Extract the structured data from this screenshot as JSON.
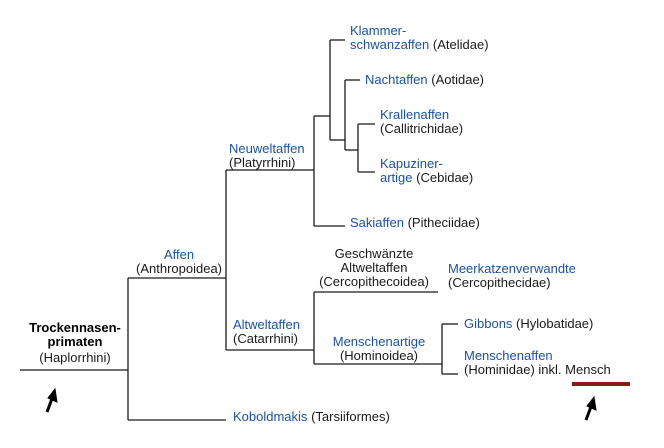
{
  "root": {
    "name_line1": "Trockennasen-",
    "name_line2": "primaten",
    "latin": "(Haplorrhini)"
  },
  "anthropoidea": {
    "name": "Affen",
    "latin": "(Anthropoidea)"
  },
  "tarsiiformes": {
    "name": "Koboldmakis",
    "latin": "(Tarsiiformes)"
  },
  "platyrrhini": {
    "name": "Neuweltaffen",
    "latin": "(Platyrrhini)"
  },
  "catarrhini": {
    "name": "Altweltaffen",
    "latin": "(Catarrhini)"
  },
  "atelidae": {
    "name_line1": "Klammer-",
    "name_line2": "schwanzaffen",
    "latin": "(Atelidae)"
  },
  "aotidae": {
    "name": "Nachtaffen",
    "latin": "(Aotidae)"
  },
  "callitrichidae": {
    "name": "Krallenaffen",
    "latin": "(Callitrichidae)"
  },
  "cebidae": {
    "name_line1": "Kapuziner-",
    "name_line2": "artige",
    "latin": "(Cebidae)"
  },
  "pitheciidae": {
    "name": "Sakiaffen",
    "latin": "(Pitheciidae)"
  },
  "cercopithecoidea": {
    "name_line1": "Geschwänzte",
    "name_line2": "Altweltaffen",
    "latin": "(Cercopithecoidea)"
  },
  "cercopithecidae": {
    "name": "Meerkatzenverwandte",
    "latin": "(Cercopithecidae)"
  },
  "hominoidea": {
    "name": "Menschenartige",
    "latin": "(Hominoidea)"
  },
  "hylobatidae": {
    "name": "Gibbons",
    "latin": "(Hylobatidae)"
  },
  "hominidae": {
    "name": "Menschenaffen",
    "latin": "(Hominidae) inkl.",
    "human": "Mensch"
  },
  "colors": {
    "line": "#1a1a1a",
    "taxon_blue": "#1a52a8",
    "highlight": "#8b1a1a"
  },
  "icons": [
    "up-arrow-icon",
    "up-arrow-icon"
  ]
}
